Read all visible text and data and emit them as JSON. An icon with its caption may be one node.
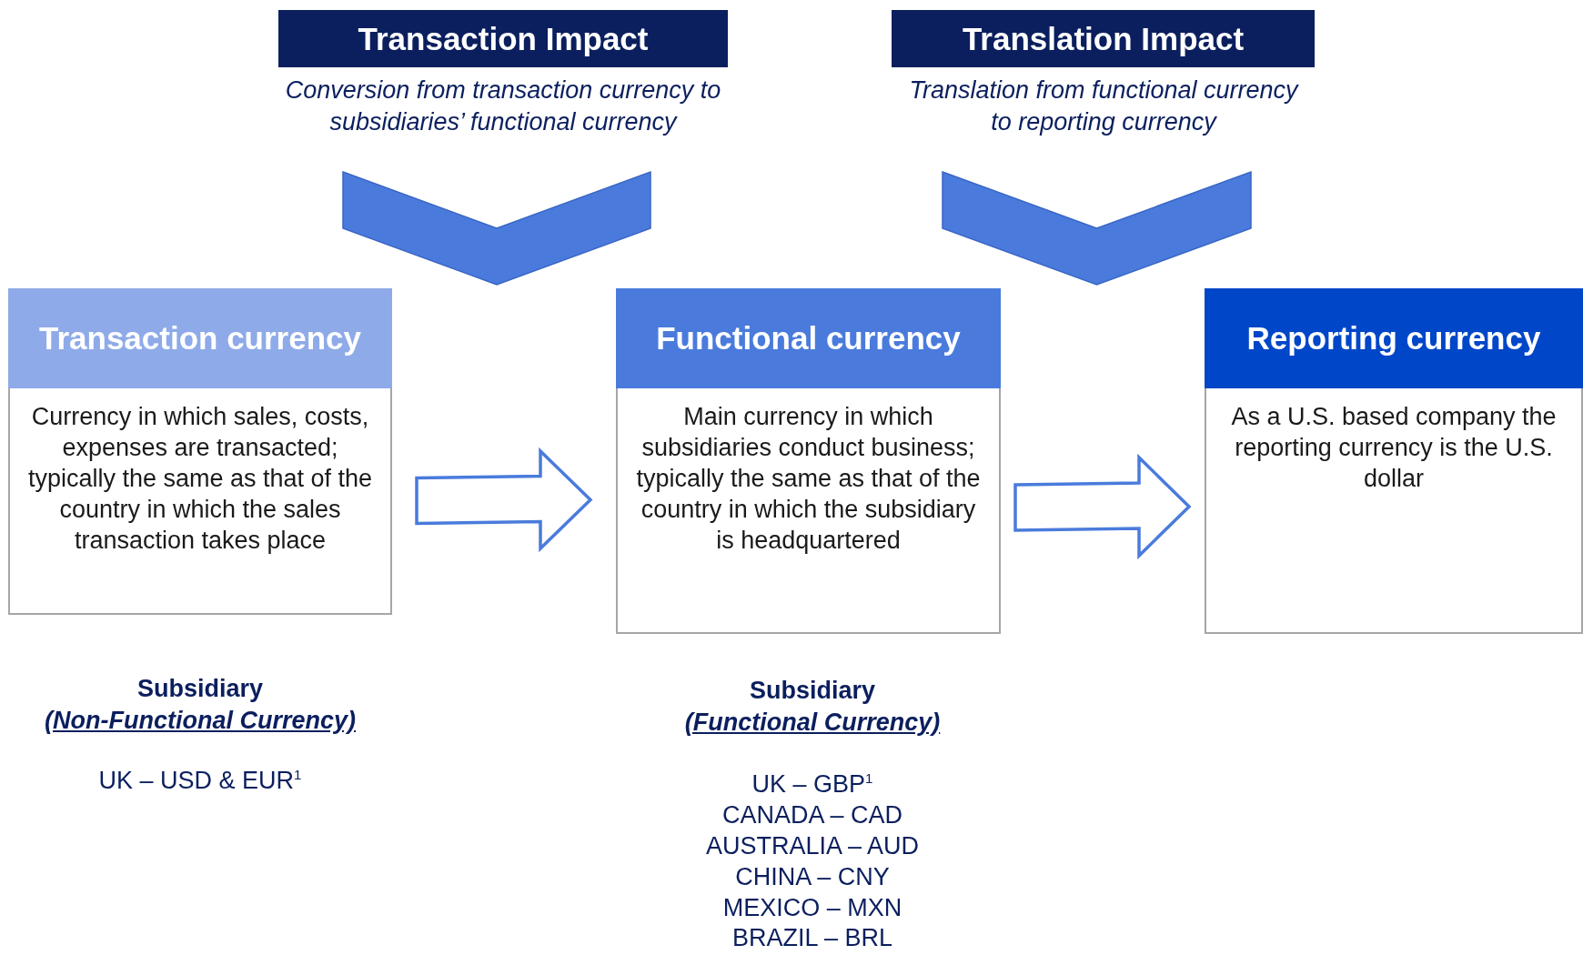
{
  "diagram": {
    "nodes": [
      {
        "text": [
          "Transaction Impact"
        ],
        "beside": [
          "Conversion from transaction currency to subsidiaries’ functional currency"
        ]
      },
      {
        "text": [
          "Translation Impact"
        ],
        "beside": [
          "Translation from functional currency to reporting currency"
        ]
      },
      {
        "text": [
          "Transaction currency",
          "Currency in which sales, costs, expenses are transacted; typically the same as that of the country in which the sales transaction takes place"
        ]
      },
      {
        "text": [
          "Functional currency",
          "Main currency in which subsidiaries conduct business; typically the same as that of the country in which the subsidiary is headquartered"
        ]
      },
      {
        "text": [
          "Reporting currency",
          "As a U.S. based company the reporting currency is the U.S. dollar"
        ]
      }
    ],
    "edges": [
      {
        "from": 0,
        "to": null,
        "arrow": "to"
      },
      {
        "from": 1,
        "to": null,
        "arrow": "to"
      },
      {
        "from": 2,
        "to": 3,
        "arrow": "to"
      },
      {
        "from": 3,
        "to": 4,
        "arrow": "to"
      }
    ],
    "labels": [
      "Subsidiary",
      "(Non-Functional Currency)",
      "UK – USD & EUR$^{1}$",
      "Subsidiary",
      "(Functional Currency)",
      "UK – GBP$^{1}$",
      "CANADA – CAD",
      "AUSTRALIA – AUD",
      "CHINA – CNY",
      "MEXICO – MXN",
      "BRAZIL – BRL"
    ]
  }
}
